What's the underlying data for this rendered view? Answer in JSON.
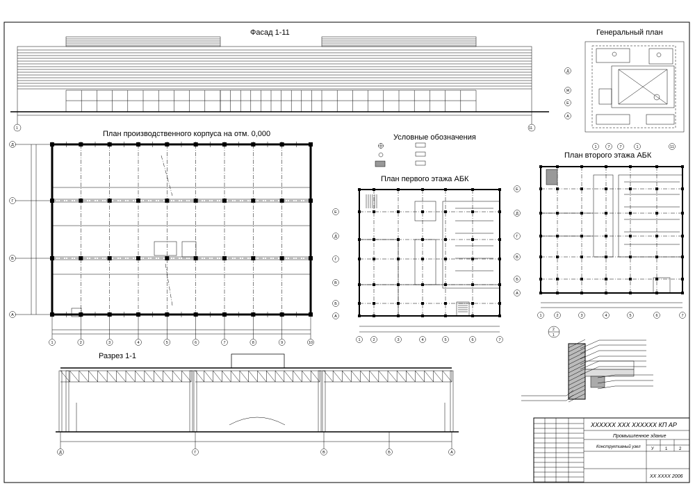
{
  "titles": {
    "facade": "Фасад 1-11",
    "genplan": "Генеральный план",
    "production_plan": "План производственного корпуса на отм. 0,000",
    "legend": "Условные обозначения",
    "abk_floor1": "План первого этажа АБК",
    "abk_floor2": "План второго этажа АБК",
    "section": "Разрез 1-1"
  },
  "axes": {
    "production_numbers": [
      "1",
      "2",
      "3",
      "4",
      "5",
      "6",
      "7",
      "8",
      "9",
      "10"
    ],
    "production_letters": [
      "Д",
      "Г",
      "В",
      "А"
    ],
    "abk1_numbers": [
      "1",
      "2",
      "3",
      "4",
      "5",
      "6",
      "7"
    ],
    "abk1_letters": [
      "Е",
      "Д",
      "Г",
      "В",
      "Б",
      "А"
    ],
    "abk2_numbers": [
      "1",
      "2",
      "3",
      "4",
      "5",
      "6",
      "7"
    ],
    "abk2_letters": [
      "Е",
      "Д",
      "Г",
      "В",
      "Б",
      "А"
    ],
    "section_letters": [
      "Д",
      "Г",
      "В",
      "Б",
      "А"
    ],
    "genplan_letters": [
      "Д",
      "Ж",
      "Е",
      "А"
    ],
    "genplan_numbers": [
      "1",
      "7",
      "7",
      "1",
      "11"
    ],
    "facade_numbers": [
      "1",
      "11"
    ]
  },
  "node_mark": {
    "top": "2",
    "bottom": "1"
  },
  "title_block": {
    "code": "XXXXXX XXX XXXXXX КП АР",
    "project": "Промышленное здание",
    "sheet_title": "Конструктивный узел",
    "stage": "У",
    "sheet": "1",
    "sheets": "2",
    "org": "XX XXXX 2006"
  },
  "colors": {
    "ink": "#000000",
    "paper": "#ffffff",
    "hatch": "#999999"
  }
}
